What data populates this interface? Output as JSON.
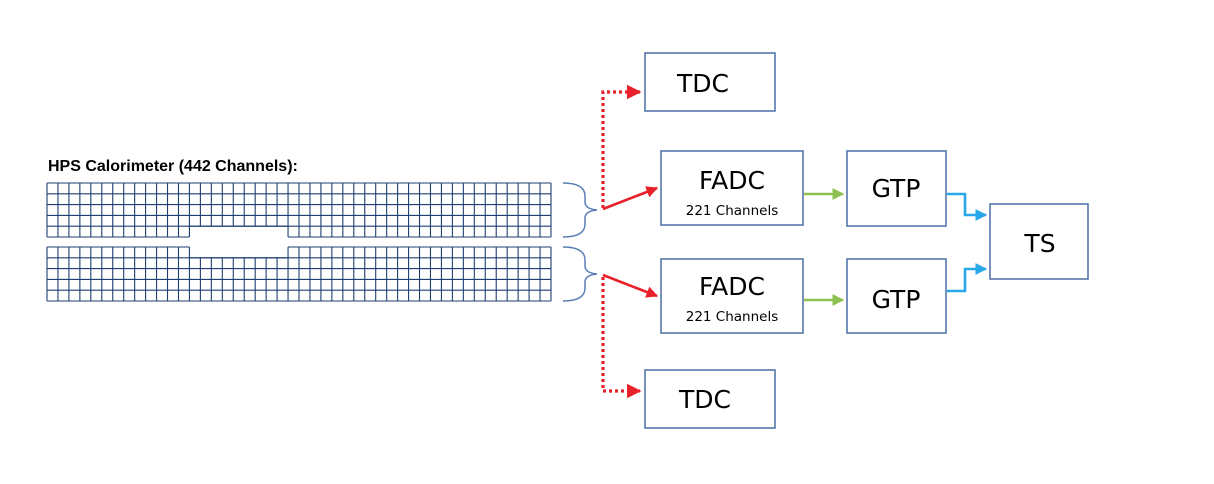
{
  "title": "HPS Calorimeter (442 Channels):",
  "tdc_top": {
    "label": "TDC"
  },
  "tdc_bottom": {
    "label": "TDC"
  },
  "fadc_top": {
    "label": "FADC",
    "sublabel": "221 Channels"
  },
  "fadc_bottom": {
    "label": "FADC",
    "sublabel": "221 Channels"
  },
  "gtp_top": {
    "label": "GTP"
  },
  "gtp_bottom": {
    "label": "GTP"
  },
  "ts": {
    "label": "TS"
  },
  "colors": {
    "box_border": "#4a6ea6",
    "grid": "#1f3e72",
    "red_arrow": "#e8202a",
    "green_arrow": "#8cc152",
    "blue_arrow": "#2aa7e8"
  },
  "calorimeter": {
    "columns": 46,
    "rows_per_half": 5
  }
}
